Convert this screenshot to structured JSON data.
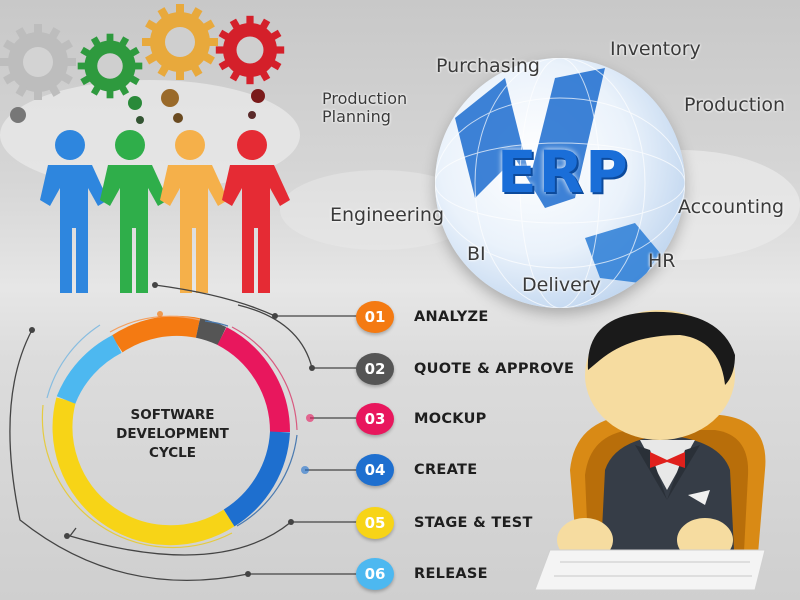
{
  "erp_section": {
    "title": "ERP",
    "modules": [
      {
        "label": "Purchasing"
      },
      {
        "label": "Inventory"
      },
      {
        "label": "Production Planning"
      },
      {
        "label": "Production"
      },
      {
        "label": "Engineering"
      },
      {
        "label": "Accounting"
      },
      {
        "label": "BI"
      },
      {
        "label": "HR"
      },
      {
        "label": "Delivery"
      }
    ]
  },
  "team_illustration": {
    "gears": [
      {
        "color": "#bdbdbd"
      },
      {
        "color": "#2e9a3e"
      },
      {
        "color": "#e8a93c"
      },
      {
        "color": "#d4202a"
      }
    ],
    "figures": [
      {
        "color": "#2e86de"
      },
      {
        "color": "#2fae4a"
      },
      {
        "color": "#f5b04a"
      },
      {
        "color": "#e52b34"
      }
    ]
  },
  "cycle": {
    "center_label_lines": [
      "SOFTWARE",
      "DEVELOPMENT",
      "CYCLE"
    ],
    "steps": [
      {
        "number": "01",
        "label": "ANALYZE",
        "color": "#f47a12"
      },
      {
        "number": "02",
        "label": "QUOTE & APPROVE",
        "color": "#555555"
      },
      {
        "number": "03",
        "label": "MOCKUP",
        "color": "#e8175d"
      },
      {
        "number": "04",
        "label": "CREATE",
        "color": "#1e6fcf"
      },
      {
        "number": "05",
        "label": "STAGE & TEST",
        "color": "#f7d417"
      },
      {
        "number": "06",
        "label": "RELEASE",
        "color": "#4db8f0"
      }
    ]
  },
  "developer_illustration": {
    "description": "businessman typing at keyboard",
    "suit_color": "#363d47",
    "chair_color": "#d98a15",
    "tie_color": "#e0201c"
  }
}
